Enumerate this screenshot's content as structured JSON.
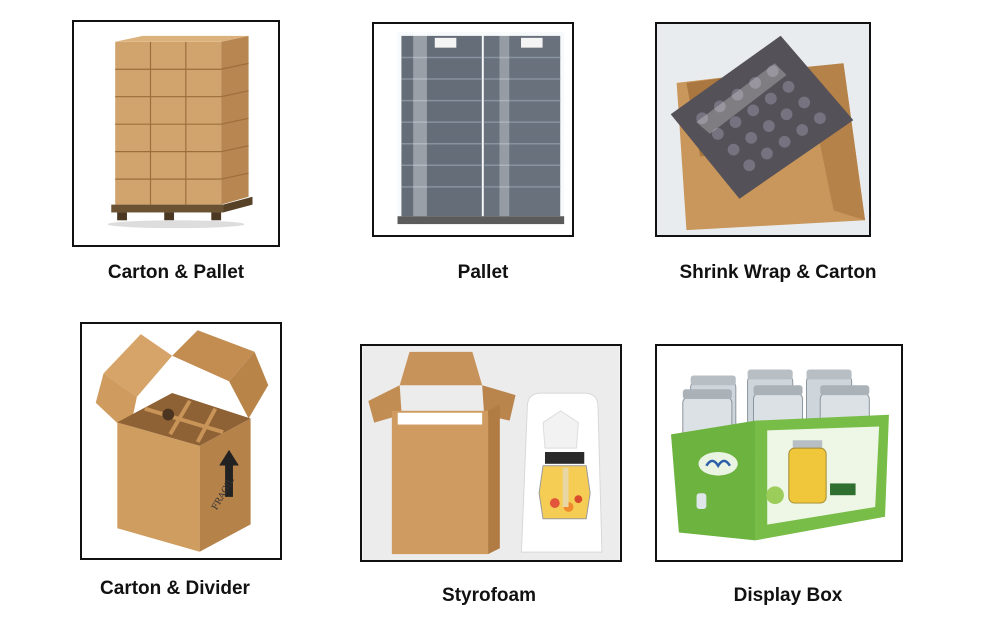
{
  "items": [
    {
      "caption": "Carton & Pallet",
      "picture": "carton-pallet-photo"
    },
    {
      "caption": "Pallet",
      "picture": "wrapped-pallet-photo"
    },
    {
      "caption": "Shrink Wrap & Carton",
      "picture": "shrink-wrap-carton-photo"
    },
    {
      "caption": "Carton & Divider",
      "picture": "carton-divider-photo"
    },
    {
      "caption": "Styrofoam",
      "picture": "styrofoam-photo"
    },
    {
      "caption": "Display Box",
      "picture": "display-box-photo"
    }
  ],
  "colors": {
    "cardboard": "#c99a63",
    "cardboard_dark": "#a87a45",
    "frame_border": "#111111",
    "display_box_green": "#6db33f"
  }
}
